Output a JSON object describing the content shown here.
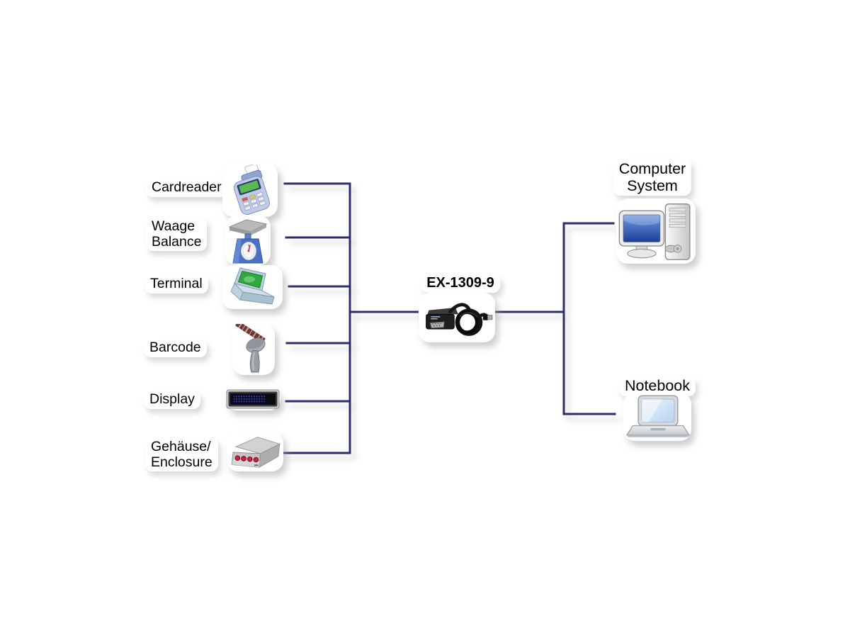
{
  "diagram": {
    "line_color": "#2e2e6b",
    "adapter": {
      "label": "EX-1309-9",
      "icon": "usb-serial-cable-icon"
    },
    "devices": [
      {
        "name": "cardreader",
        "lines": [
          "Cardreader"
        ],
        "icon": "cardreader-icon"
      },
      {
        "name": "scale",
        "lines": [
          "Waage",
          "Balance"
        ],
        "icon": "scale-icon"
      },
      {
        "name": "terminal",
        "lines": [
          "Terminal"
        ],
        "icon": "terminal-icon"
      },
      {
        "name": "barcode",
        "lines": [
          "Barcode"
        ],
        "icon": "barcode-scanner-icon"
      },
      {
        "name": "display",
        "lines": [
          "Display"
        ],
        "icon": "led-display-icon"
      },
      {
        "name": "enclosure",
        "lines": [
          "Gehäuse/",
          "Enclosure"
        ],
        "icon": "enclosure-icon"
      }
    ],
    "hosts": [
      {
        "name": "computer-system",
        "lines": [
          "Computer",
          "System"
        ],
        "icon": "desktop-computer-icon"
      },
      {
        "name": "notebook",
        "lines": [
          "Notebook"
        ],
        "icon": "notebook-icon"
      }
    ]
  }
}
